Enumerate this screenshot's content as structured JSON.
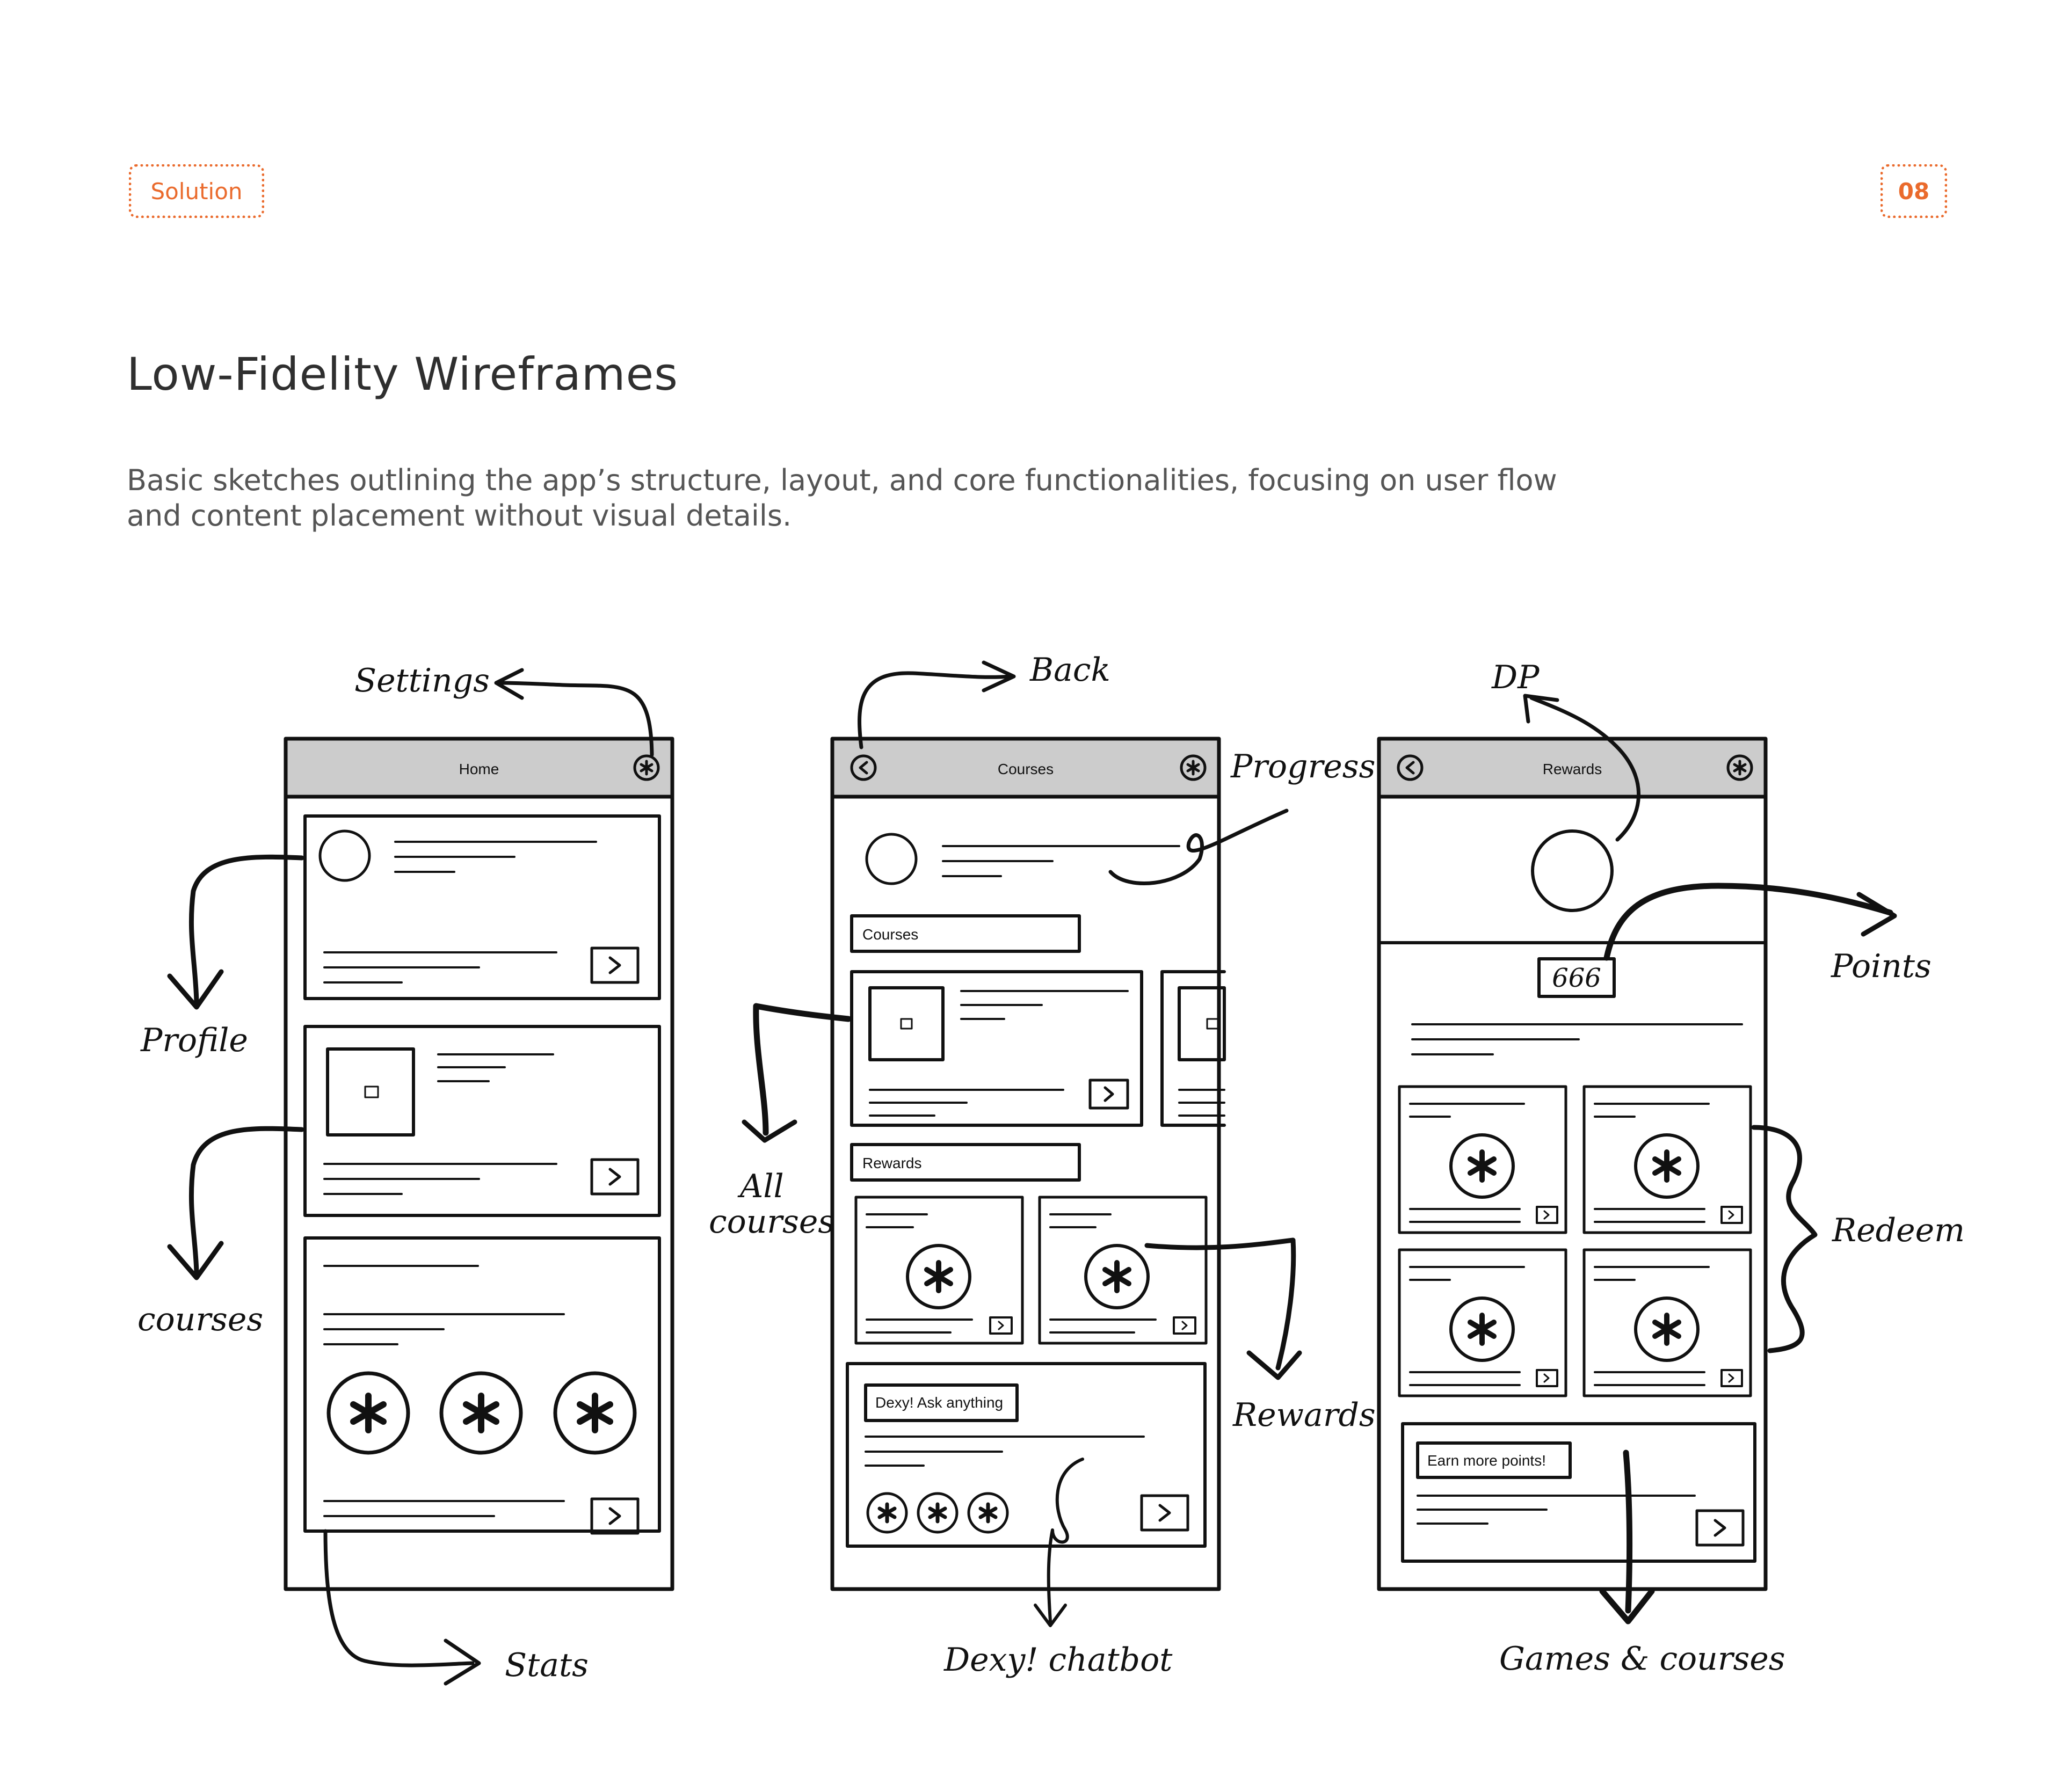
{
  "header": {
    "section_tag": "Solution",
    "page_number": "08"
  },
  "title": "Low-Fidelity Wireframes",
  "description": "Basic sketches outlining the app’s structure, layout, and core functionalities, focusing on user flow and content placement without visual details.",
  "screens": {
    "home": {
      "title": "Home"
    },
    "courses": {
      "title": "Courses",
      "section_courses": "Courses",
      "section_rewards": "Rewards",
      "chatbot_label": "Dexy! Ask anything"
    },
    "rewards": {
      "title": "Rewards",
      "points_value": "666",
      "earn_label": "Earn more points!"
    }
  },
  "annotations": {
    "settings": "Settings",
    "profile": "Profile",
    "courses": "courses",
    "stats": "Stats",
    "back": "Back",
    "progress": "Progress",
    "all_courses_line1": "All",
    "all_courses_line2": "courses",
    "rewards": "Rewards",
    "dexy_chatbot": "Dexy! chatbot",
    "dp": "DP",
    "points": "Points",
    "redeem": "Redeem",
    "games_courses": "Games & courses"
  },
  "icons": [
    "settings-icon",
    "back-icon",
    "image-placeholder-icon",
    "asterisk-icon",
    "chevron-right-icon"
  ],
  "colors": {
    "accent": "#ea6a2c",
    "ink": "#111111",
    "header_gray": "#cccccc"
  }
}
